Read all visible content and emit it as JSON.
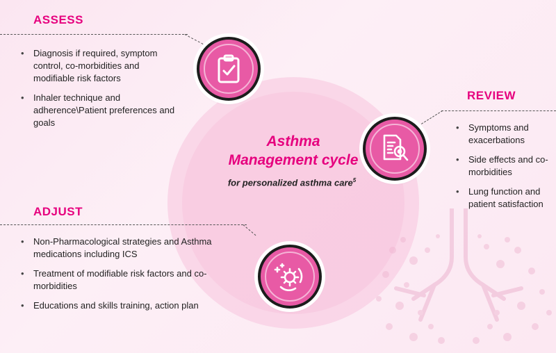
{
  "center": {
    "title_line1": "Asthma",
    "title_line2": "Management cycle",
    "subtitle": "for personalized asthma care",
    "superscript": "5"
  },
  "assess": {
    "heading": "ASSESS",
    "icon": "clipboard-check-icon",
    "items": [
      "Diagnosis if required, symptom control, co-morbidities and modifiable risk factors",
      "Inhaler technique and adherence\\Patient preferences and goals"
    ]
  },
  "review": {
    "heading": "REVIEW",
    "icon": "document-magnifier-icon",
    "items": [
      "Symptoms and exacerbations",
      "Side effects and co-morbidities",
      "Lung function and patient satisfaction"
    ]
  },
  "adjust": {
    "heading": "ADJUST",
    "icon": "gear-cycle-icon",
    "items": [
      "Non-Pharmacological strategies and Asthma medications including ICS",
      "Treatment of modifiable risk factors and co-morbidities",
      "Educations and skills training, action plan"
    ]
  },
  "colors": {
    "accent": "#e6007e",
    "badge": "#e85aa5",
    "background": "#fbe6f1"
  }
}
